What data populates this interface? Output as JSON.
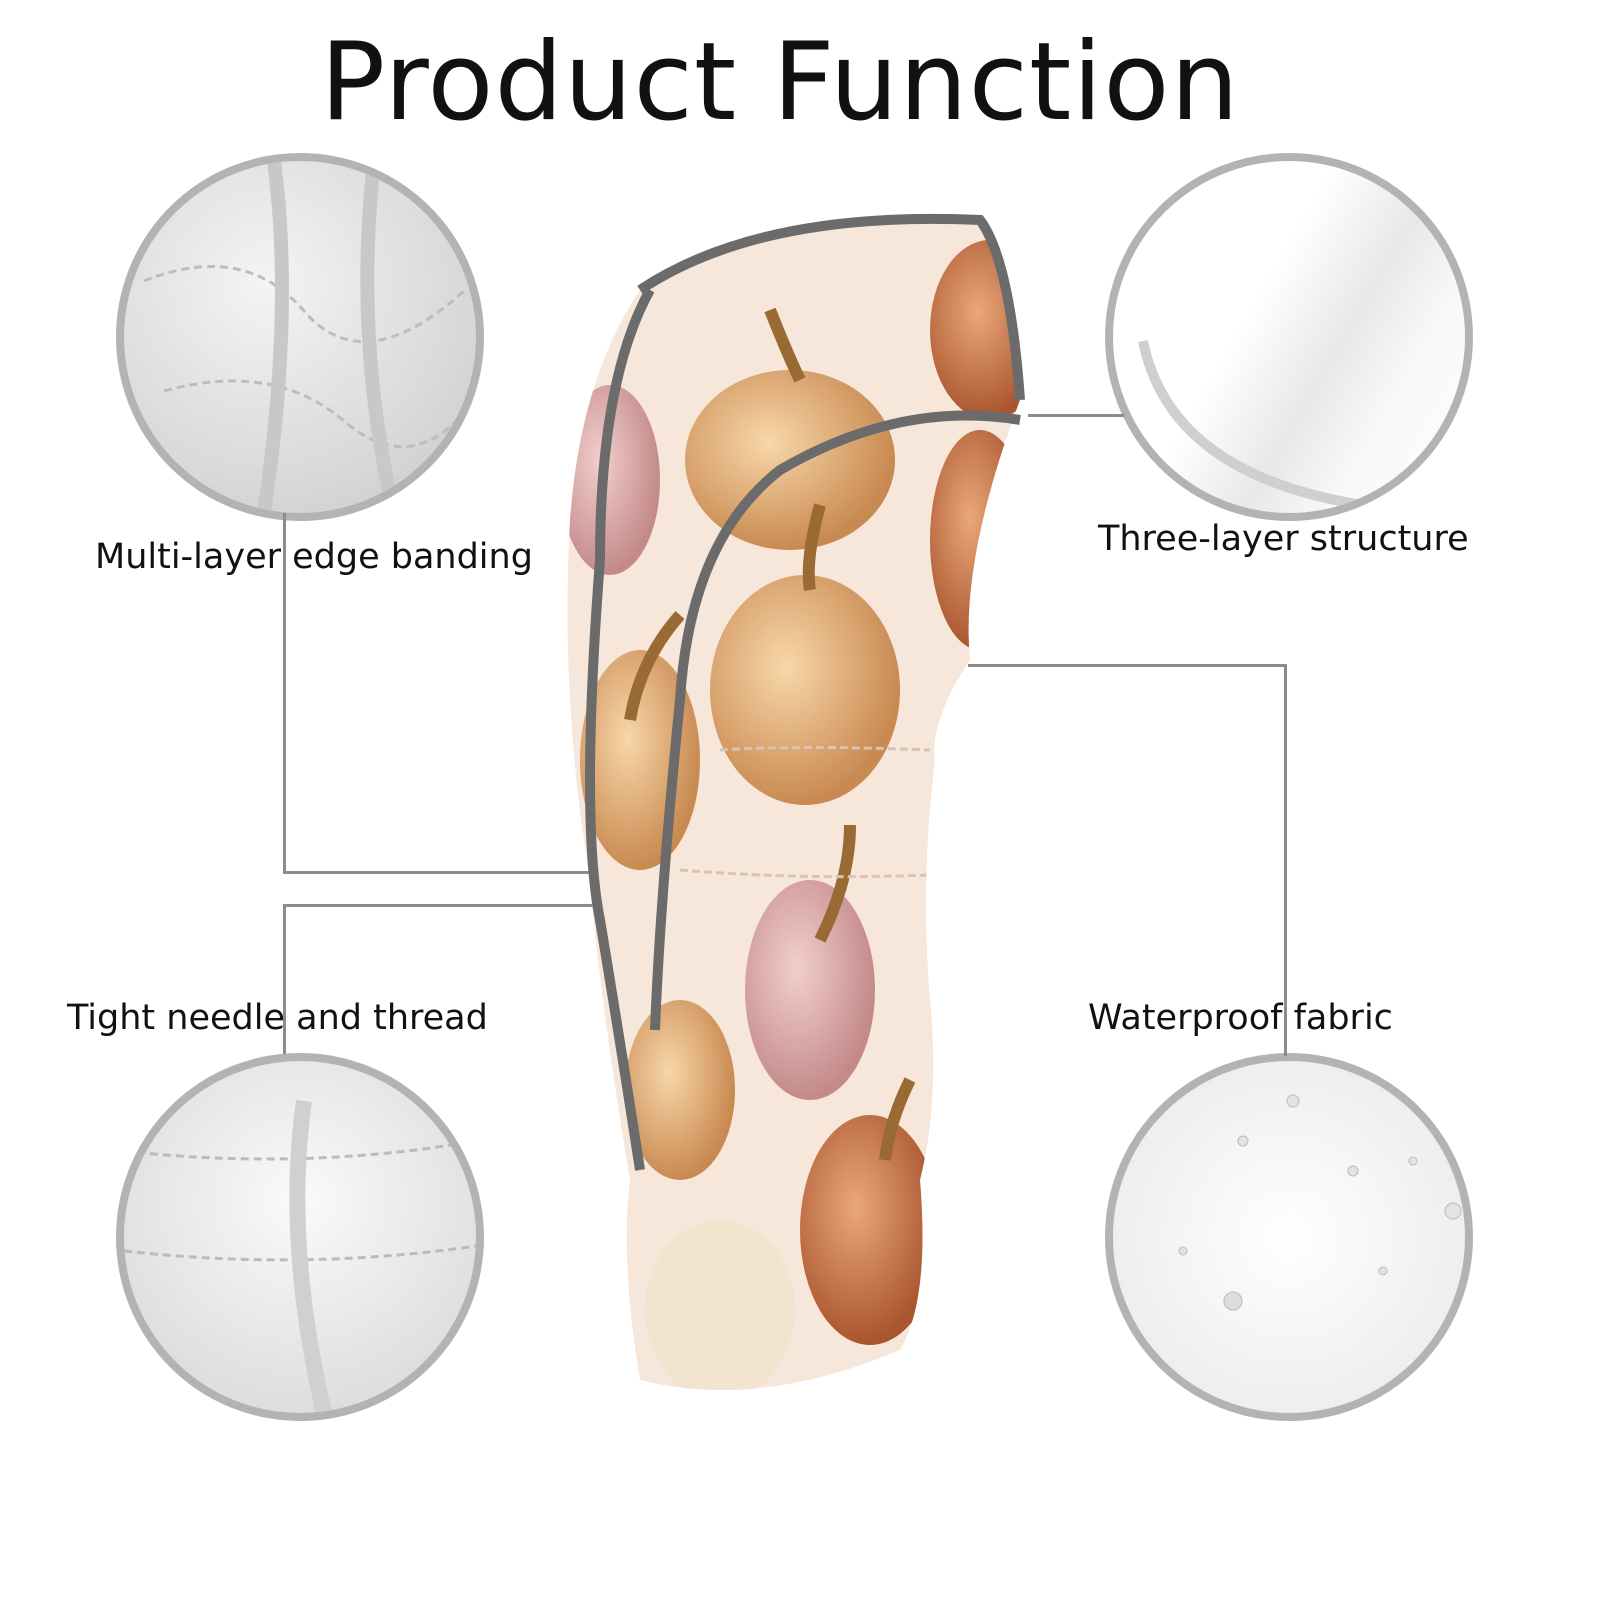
{
  "title": "Product Function",
  "features": [
    {
      "label": "Multi-layer edge banding"
    },
    {
      "label": "Three-layer structure"
    },
    {
      "label": "Tight needle and thread"
    },
    {
      "label": "Waterproof fabric"
    }
  ],
  "colors": {
    "piping": "#6b6b6b",
    "circle_border": "#b3b3b3",
    "fabric": "#f5e6d8"
  }
}
